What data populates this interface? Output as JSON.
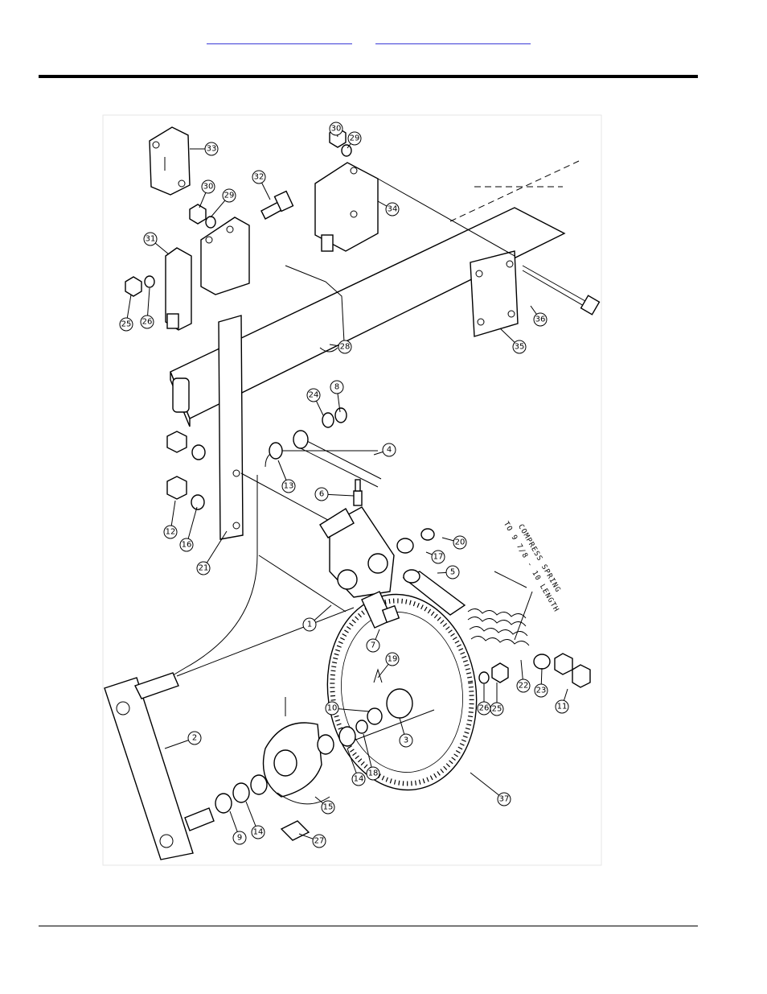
{
  "header": {
    "links": [
      "",
      ""
    ]
  },
  "note": {
    "line1": "COMPRESS SPRING",
    "line2": "TO 9 7/8 - 10 LENGTH"
  },
  "callouts": [
    "33",
    "30",
    "29",
    "34",
    "32",
    "30",
    "29",
    "31",
    "25",
    "26",
    "28",
    "35",
    "36",
    "24",
    "8",
    "4",
    "13",
    "6",
    "12",
    "16",
    "21",
    "20",
    "17",
    "5",
    "1",
    "7",
    "19",
    "22",
    "23",
    "11",
    "10",
    "3",
    "25",
    "26",
    "2",
    "14",
    "18",
    "15",
    "37",
    "9",
    "14",
    "27"
  ]
}
